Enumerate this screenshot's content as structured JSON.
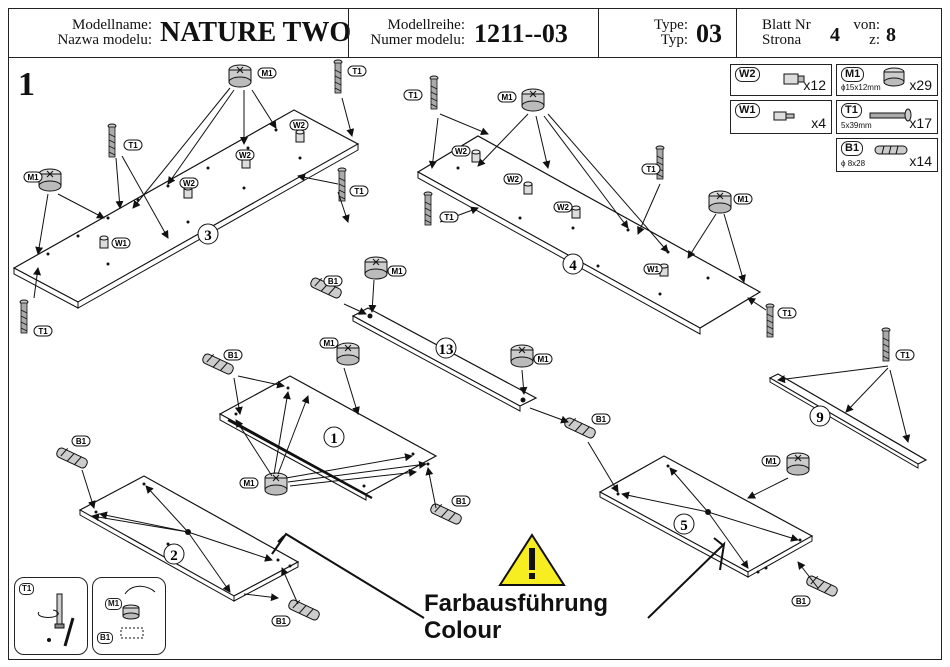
{
  "header": {
    "model_name_label_de": "Modellname:",
    "model_name_label_pl": "Nazwa modelu:",
    "model_name": "NATURE TWO",
    "series_label_de": "Modellreihe:",
    "series_label_pl": "Numer modelu:",
    "series_value": "1211--03",
    "type_label_de": "Type:",
    "type_label_pl": "Typ:",
    "type_value": "03",
    "sheet_label_de": "Blatt Nr",
    "sheet_label_pl": "Strona",
    "sheet_value": "4",
    "of_label_de": "von:",
    "of_label_pl": "z:",
    "of_value": "8"
  },
  "step": "1",
  "legend": [
    {
      "code": "W2",
      "qty": "x12",
      "size": ""
    },
    {
      "code": "M1",
      "qty": "x29",
      "size": "ϕ15x12mm"
    },
    {
      "code": "W1",
      "qty": "x4",
      "size": ""
    },
    {
      "code": "T1",
      "qty": "x17",
      "size": "5x39mm"
    },
    {
      "code": "B1",
      "qty": "x14",
      "size": "ϕ 8x28"
    }
  ],
  "panels": [
    "3",
    "4",
    "13",
    "1",
    "2",
    "5",
    "9"
  ],
  "part_tags": {
    "m1": "M1",
    "t1": "T1",
    "w1": "W1",
    "w2": "W2",
    "b1": "B1"
  },
  "warning": {
    "line1": "Farbausführung",
    "line2": "Colour"
  },
  "mini_tags": [
    "T1",
    "M1",
    "B1"
  ]
}
